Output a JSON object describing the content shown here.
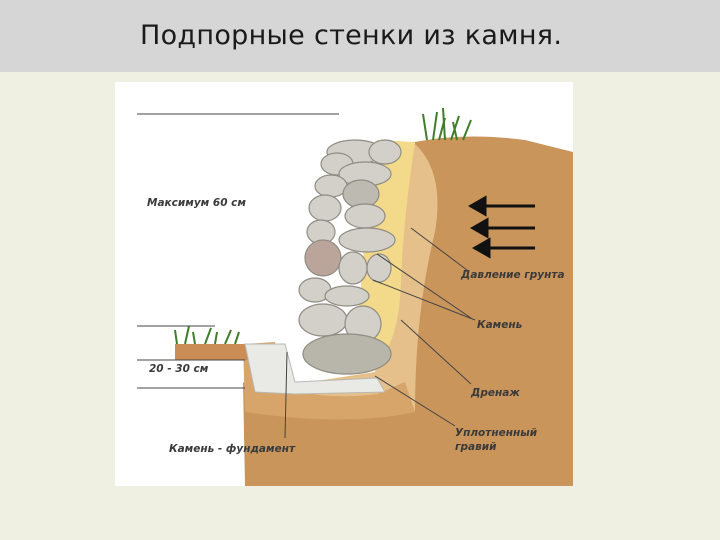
{
  "slide": {
    "title": "Подпорные стенки из камня."
  },
  "diagram": {
    "labels": {
      "max_height": "Максимум 60 см",
      "depth": "20 - 30 см",
      "soil_pressure": "Давление грунта",
      "stone": "Камень",
      "drainage": "Дренаж",
      "gravel_line1": "Уплотненный",
      "gravel_line2": "гравий",
      "foundation": "Камень - фундамент"
    },
    "colors": {
      "soil": "#c9955b",
      "soil_light": "#e6c08a",
      "drainage": "#f3d98a",
      "stone": "#d2d0c8",
      "stone_dark": "#b8b5ab",
      "stone_pink": "#bba59a",
      "grass": "#3f7d2a",
      "gravel": "#e9e9e6"
    }
  }
}
